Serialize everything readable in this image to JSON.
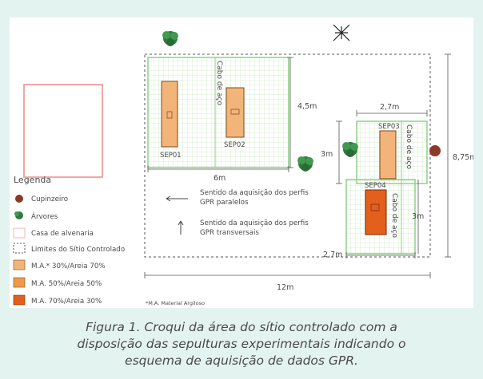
{
  "diagram": {
    "cabo_label": "Cabo de aço",
    "graves": [
      "SEP01",
      "SEP02",
      "SEP03",
      "SEP04"
    ],
    "dimensions": {
      "d_4_5m": "4,5m",
      "d_6m": "6m",
      "d_3m_left": "3m",
      "d_2_7m_top": "2,7m",
      "d_3m_right": "3m",
      "d_2_7m_bottom": "2,7m",
      "d_8_75m": "8,75m",
      "d_12m": "12m"
    },
    "arrows": {
      "paralelos": [
        "Sentido da aquisição dos perfis",
        "GPR paralelos"
      ],
      "transversais": [
        "Sentido da aquisição dos perfis",
        "GPR transversais"
      ]
    },
    "legend": {
      "title": "Legenda",
      "items": [
        {
          "label": "Cupinzeiro",
          "color": "#8b3a2a"
        },
        {
          "label": "Árvores",
          "color": "#2f7a3f"
        },
        {
          "label": "Casa de alvenaria",
          "color": "#f4b6b6"
        },
        {
          "label": "Limites do Sítio Controlado",
          "color": "#555555"
        },
        {
          "label": "M.A.* 30%/Areia 70%",
          "color": "#f3b479"
        },
        {
          "label": "M.A. 50%/Areia 50%",
          "color": "#ef9a4a"
        },
        {
          "label": "M.A. 70%/Areia 30%",
          "color": "#e2601b"
        }
      ],
      "footnote": "*M.A. Material Argiloso"
    }
  },
  "caption": {
    "lines": [
      "Figura 1. Croqui da área do sítio controlado com a",
      "disposição das sepulturas experimentais indicando o",
      "esquema de aquisição de dados GPR."
    ]
  }
}
